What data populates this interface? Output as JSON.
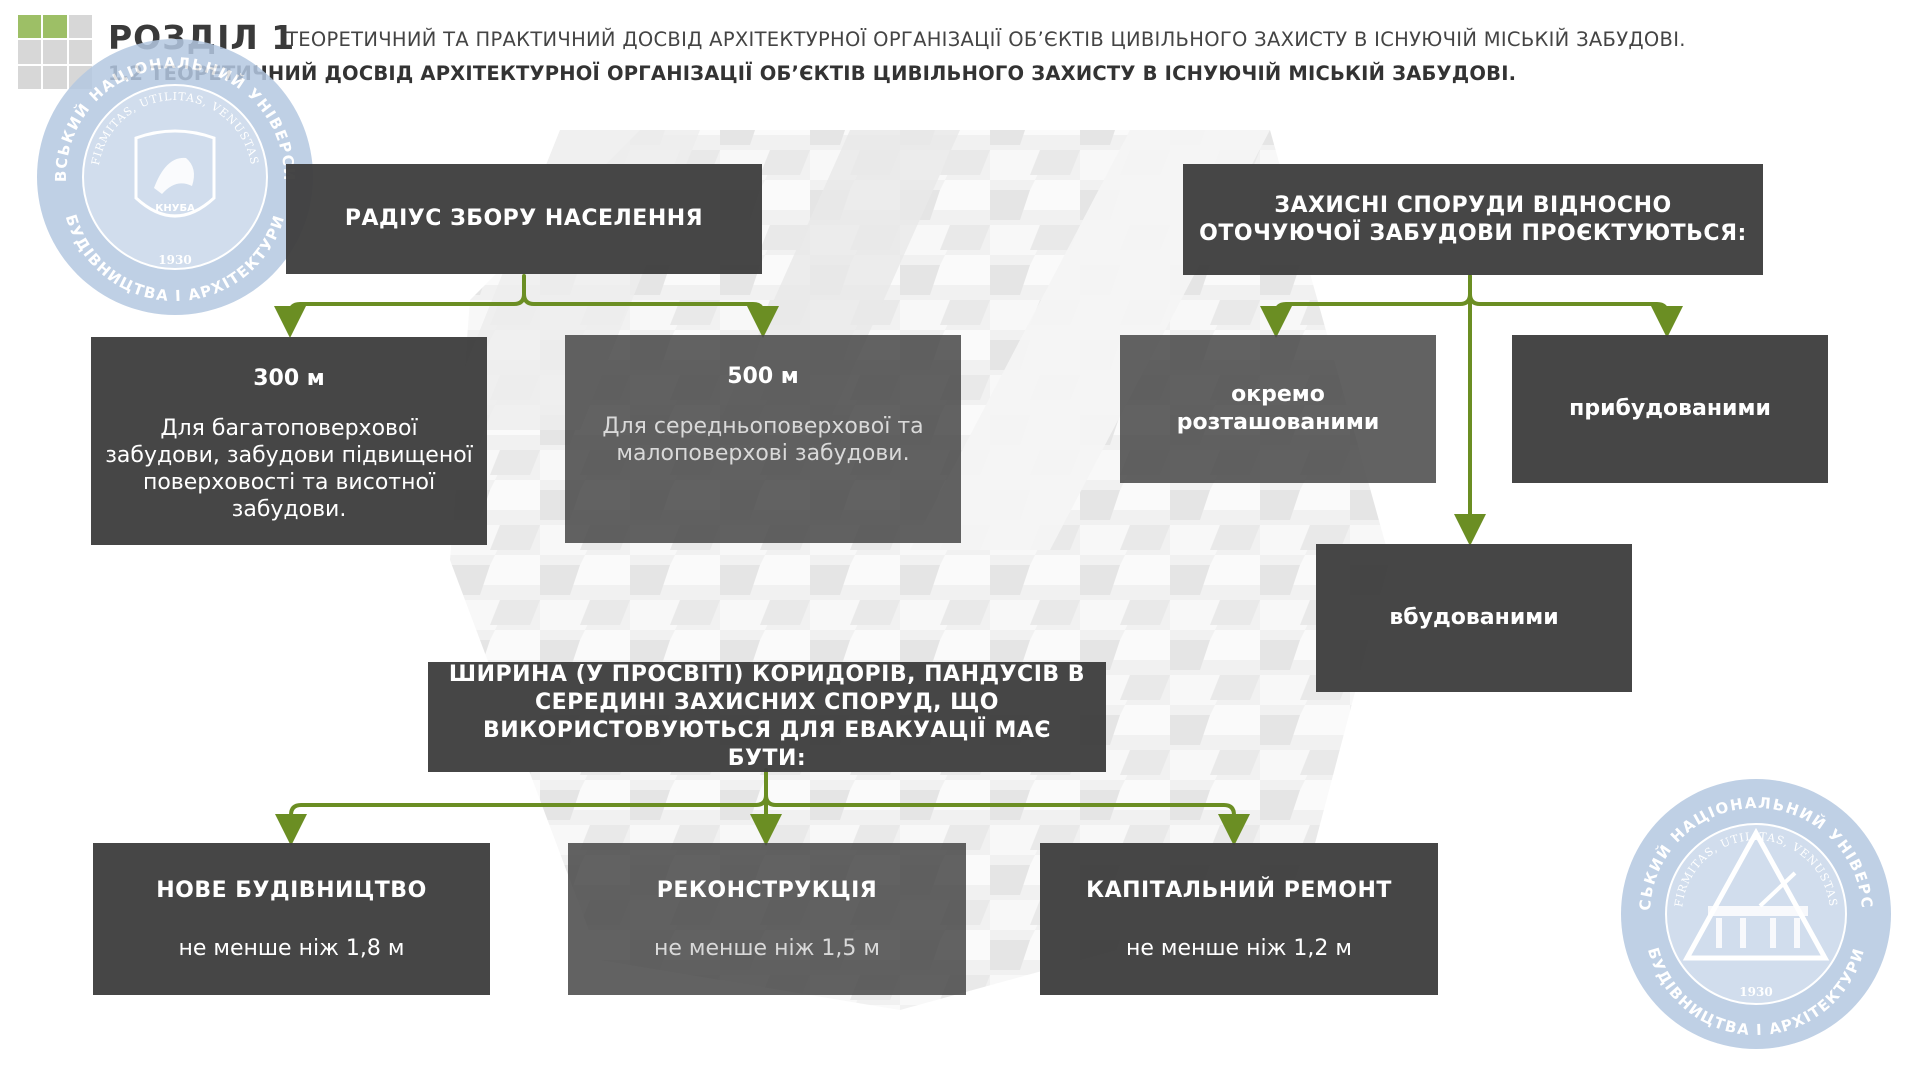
{
  "header": {
    "section_label": "РОЗДІЛ 1",
    "section_subtitle": "ТЕОРЕТИЧНИЙ ТА ПРАКТИЧНИЙ ДОСВІД АРХІТЕКТУРНОЇ ОРГАНІЗАЦІЇ ОБ’ЄКТІВ ЦИВІЛЬНОГО ЗАХИСТУ В ІСНУЮЧІЙ МІСЬКІЙ ЗАБУДОВІ.",
    "subsection": "1.2 ТЕОРЕТИЧНИЙ ДОСВІД АРХІТЕКТУРНОЇ ОРГАНІЗАЦІЇ ОБ’ЄКТІВ ЦИВІЛЬНОГО ЗАХИСТУ В ІСНУЮЧІЙ МІСЬКІЙ ЗАБУДОВІ."
  },
  "seals": {
    "top_left": {
      "ring_top": "КИЇВСЬКИЙ НАЦІОНАЛЬНИЙ УНІВЕРСИТЕТ",
      "ring_bottom": "БУДІВНИЦТВА І АРХІТЕКТУРИ",
      "motto": "FIRMITAS, UTILITAS, VENUSTAS",
      "emblem_text": "КНУБА",
      "year": "1930"
    },
    "bottom_right": {
      "ring_top": "КИЇВСЬКИЙ НАЦІОНАЛЬНИЙ УНІВЕРСИТЕТ",
      "ring_bottom": "БУДІВНИЦТВА І АРХІТЕКТУРИ",
      "motto": "FIRMITAS, UTILITAS, VENUSTAS",
      "year": "1930"
    }
  },
  "diagram": {
    "radius": {
      "title": "РАДІУС ЗБОРУ НАСЕЛЕННЯ",
      "children": [
        {
          "value": "300 м",
          "desc": "Для багатоповерхової забудови, забудови підвищеної поверховості та висотної забудови."
        },
        {
          "value": "500 м",
          "desc": "Для середньоповерхової та малоповерхові забудови."
        }
      ]
    },
    "structures": {
      "title": "ЗАХИСНІ СПОРУДИ ВІДНОСНО ОТОЧУЮЧОЇ ЗАБУДОВИ ПРОЄКТУЮТЬСЯ:",
      "children": [
        "окремо розташованими",
        "прибудованими",
        "вбудованими"
      ]
    },
    "corridors": {
      "title": "ШИРИНА (У ПРОСВІТІ) КОРИДОРІВ, ПАНДУСІВ В СЕРЕДИНІ ЗАХИСНИХ СПОРУД, ЩО ВИКОРИСТОВУЮТЬСЯ ДЛЯ ЕВАКУАЦІЇ МАЄ БУТИ:",
      "children": [
        {
          "title": "НОВЕ БУДІВНИЦТВО",
          "value": "не менше ніж 1,8 м"
        },
        {
          "title": "РЕКОНСТРУКЦІЯ",
          "value": "не менше ніж 1,5 м"
        },
        {
          "title": "КАПІТАЛЬНИЙ РЕМОНТ",
          "value": "не менше ніж 1,2 м"
        }
      ]
    }
  },
  "colors": {
    "box": "#3e3e3e",
    "connector": "#6b8e23",
    "accent_green": "#9dbf66",
    "seal": "#b4c8e1",
    "background_pattern": "#e6e6e6"
  }
}
